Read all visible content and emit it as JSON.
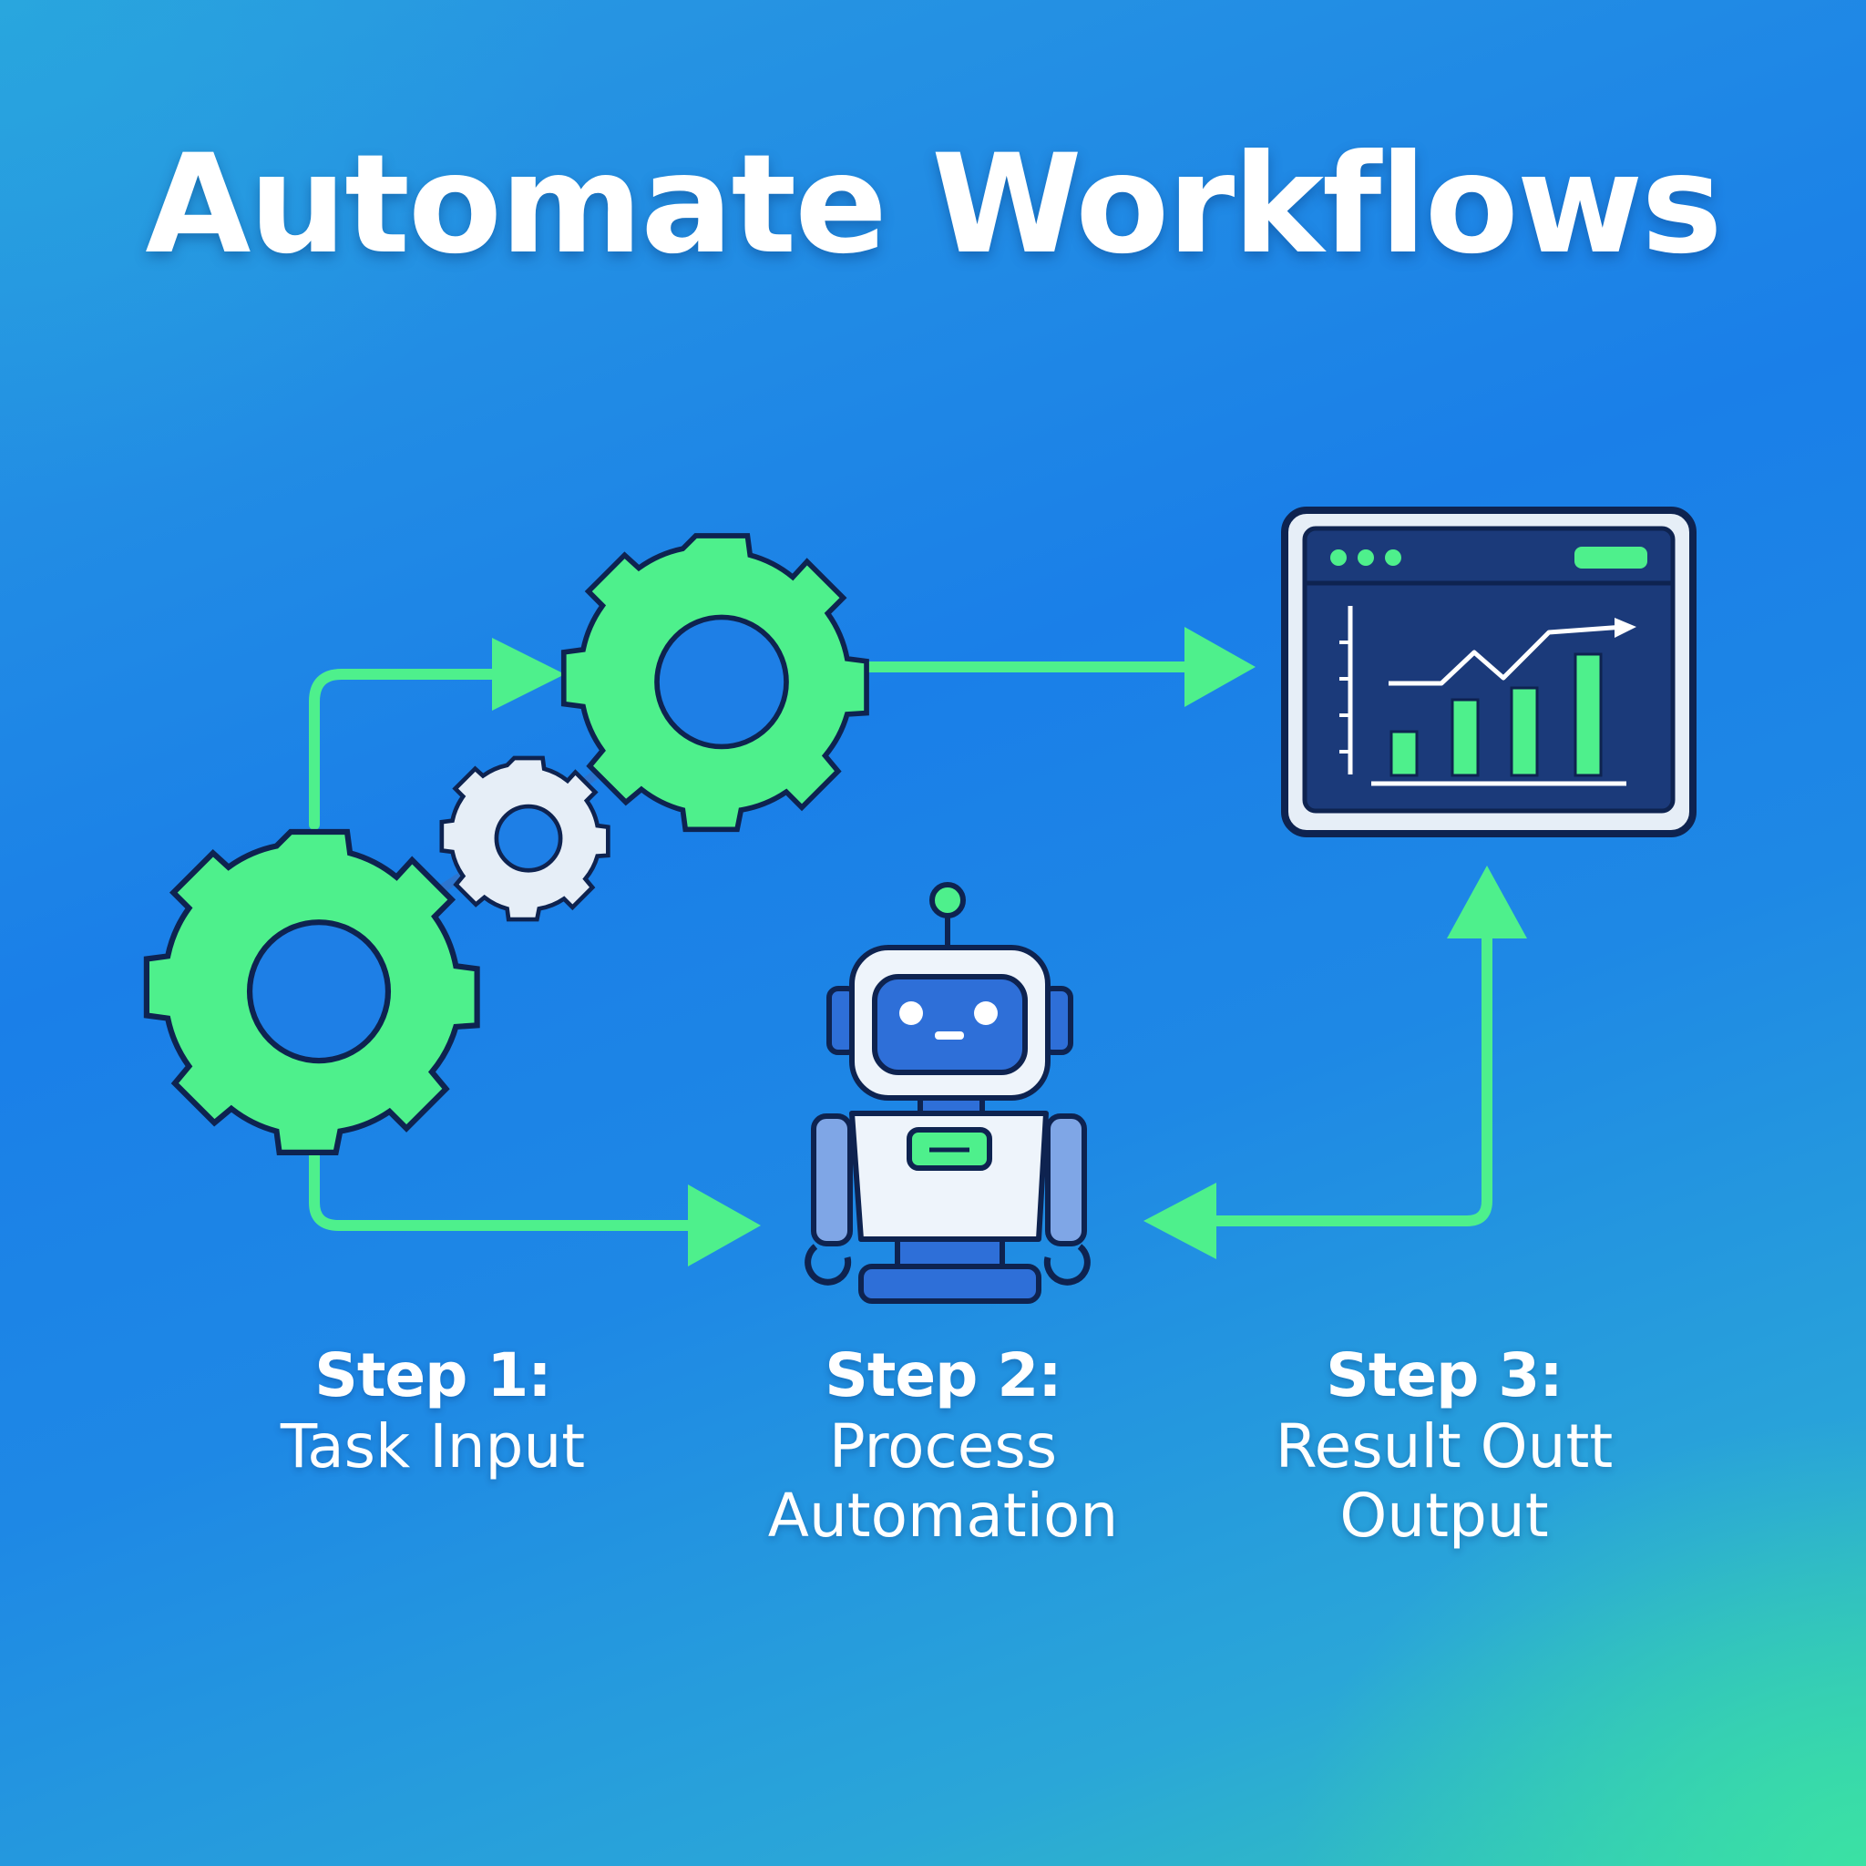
{
  "title": "Automate Workflows",
  "steps": [
    {
      "heading": "Step 1:",
      "lines": [
        "Task Input"
      ]
    },
    {
      "heading": "Step 2:",
      "lines": [
        "Process",
        "Automation"
      ]
    },
    {
      "heading": "Step 3:",
      "lines": [
        "Result Outt",
        "Output"
      ]
    }
  ],
  "icons": [
    "gear-icon",
    "robot-icon",
    "dashboard-chart-icon",
    "arrow-icon"
  ],
  "colors": {
    "accent_green": "#4ef08c",
    "arrow_green": "#4ef08c",
    "outline_navy": "#0e2350",
    "robot_white": "#eef4fb",
    "screen_navy": "#1b3a7a",
    "gear_light": "#e6eef7"
  }
}
